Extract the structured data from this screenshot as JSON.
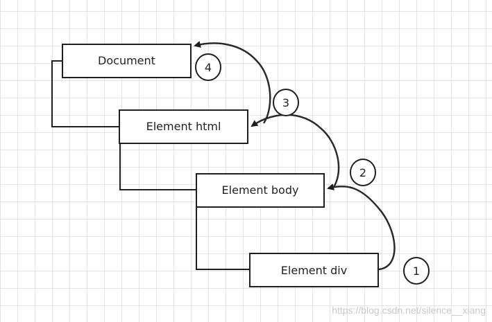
{
  "nodes": [
    {
      "label": "Document"
    },
    {
      "label": "Element html"
    },
    {
      "label": "Element body"
    },
    {
      "label": "Element div"
    }
  ],
  "steps": [
    {
      "label": "1"
    },
    {
      "label": "2"
    },
    {
      "label": "3"
    },
    {
      "label": "4"
    }
  ],
  "watermark": "https://blog.csdn.net/silence__xiang",
  "colors": {
    "line": "#1f1f1f",
    "grid": "#e4e4e4",
    "background": "#ffffff"
  }
}
